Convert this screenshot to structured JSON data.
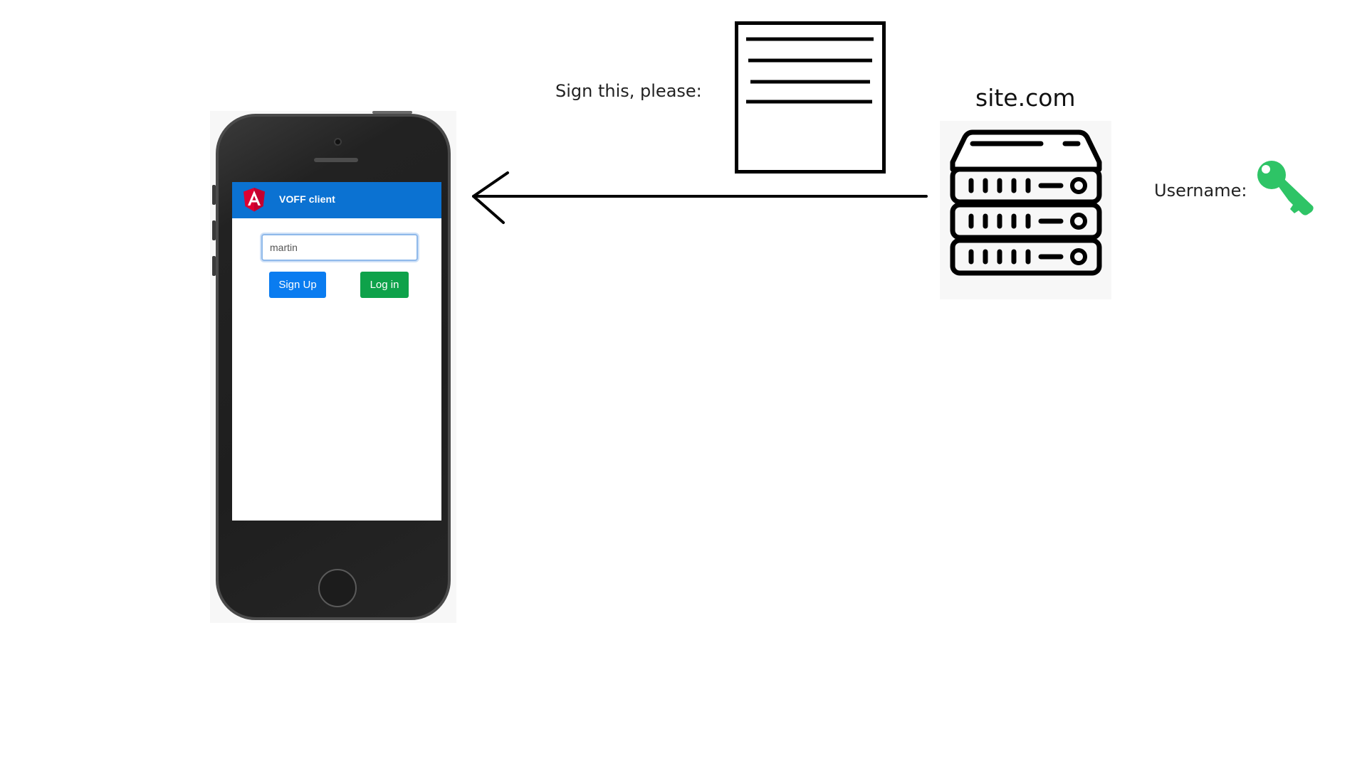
{
  "diagram": {
    "prompt_label": "Sign this, please:",
    "server_label": "site.com",
    "key_label": "Username:"
  },
  "phone_app": {
    "title": "VOFF client",
    "username_input": {
      "value": "martin",
      "placeholder": ""
    },
    "signup_label": "Sign Up",
    "login_label": "Log in"
  },
  "icons": {
    "phone": "smartphone-icon",
    "document": "document-icon",
    "server": "server-rack-icon",
    "key": "key-icon",
    "arrow": "arrow-left-icon",
    "app_logo": "angular-logo-icon"
  },
  "colors": {
    "app_header": "#0b72d2",
    "signup_button": "#0a7cf0",
    "login_button": "#0ea24a",
    "key": "#2ec466",
    "angular_logo": "#dd0031"
  }
}
